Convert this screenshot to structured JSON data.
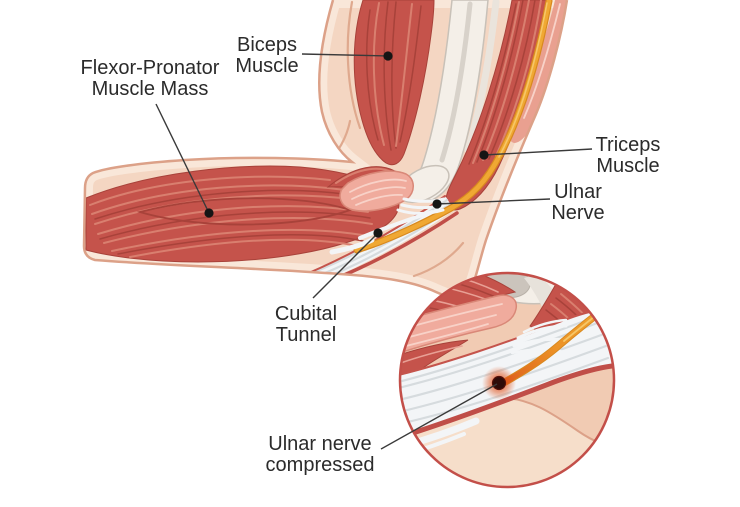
{
  "figure": {
    "type": "medical-illustration",
    "subject": "elbow-cubital-tunnel",
    "labels": {
      "flexor_pronator": {
        "line1": "Flexor-Pronator",
        "line2": "Muscle Mass"
      },
      "biceps": {
        "line1": "Biceps",
        "line2": "Muscle"
      },
      "triceps": {
        "line1": "Triceps",
        "line2": "Muscle"
      },
      "ulnar_nerve": {
        "line1": "Ulnar",
        "line2": "Nerve"
      },
      "cubital_tunnel": {
        "line1": "Cubital",
        "line2": "Tunnel"
      },
      "ulnar_nerve_compressed": {
        "line1": "Ulnar nerve",
        "line2": "compressed"
      }
    },
    "colors": {
      "bg": "#FFFFFF",
      "label": "#2B2B2B",
      "leader": "#3A3A3A",
      "leaderDot": "#151515",
      "skin": "#F4D6C2",
      "skinLight": "#F9E7D9",
      "skinLine": "#DCA188",
      "skinCrease": "#DFA98E",
      "muscle": "#C5534B",
      "muscleDark": "#A8423A",
      "muscleLight": "#D97F6F",
      "muscleLighter": "#E8A095",
      "pinkMuscle": "#F0AB9D",
      "pinkMuscle2": "#E9A090",
      "pinkStripe": "#F8D2C8",
      "pinkLine": "#D98878",
      "bone": "#F4EFE8",
      "boneShadow": "#D8D2CA",
      "boneLine": "#C8C1B8",
      "boneGray": "#CBC4BC",
      "tendon": "#F3F5F7",
      "tendonStripe": "#D6DBDE",
      "tendonEdge": "#C5544C",
      "tendonEdgeB": "#C04E48",
      "nerve": "#F0A833",
      "nerveDark": "#D8891F",
      "nerveLight": "#F6C768",
      "nerveOrange": "#DE611C",
      "compressGlow": "#E0441C",
      "compressDot": "#2E0B08",
      "insetBorder": "#C34F49",
      "insetSkin": "#F1CBB3",
      "insetBump": "#F6DECA"
    }
  }
}
